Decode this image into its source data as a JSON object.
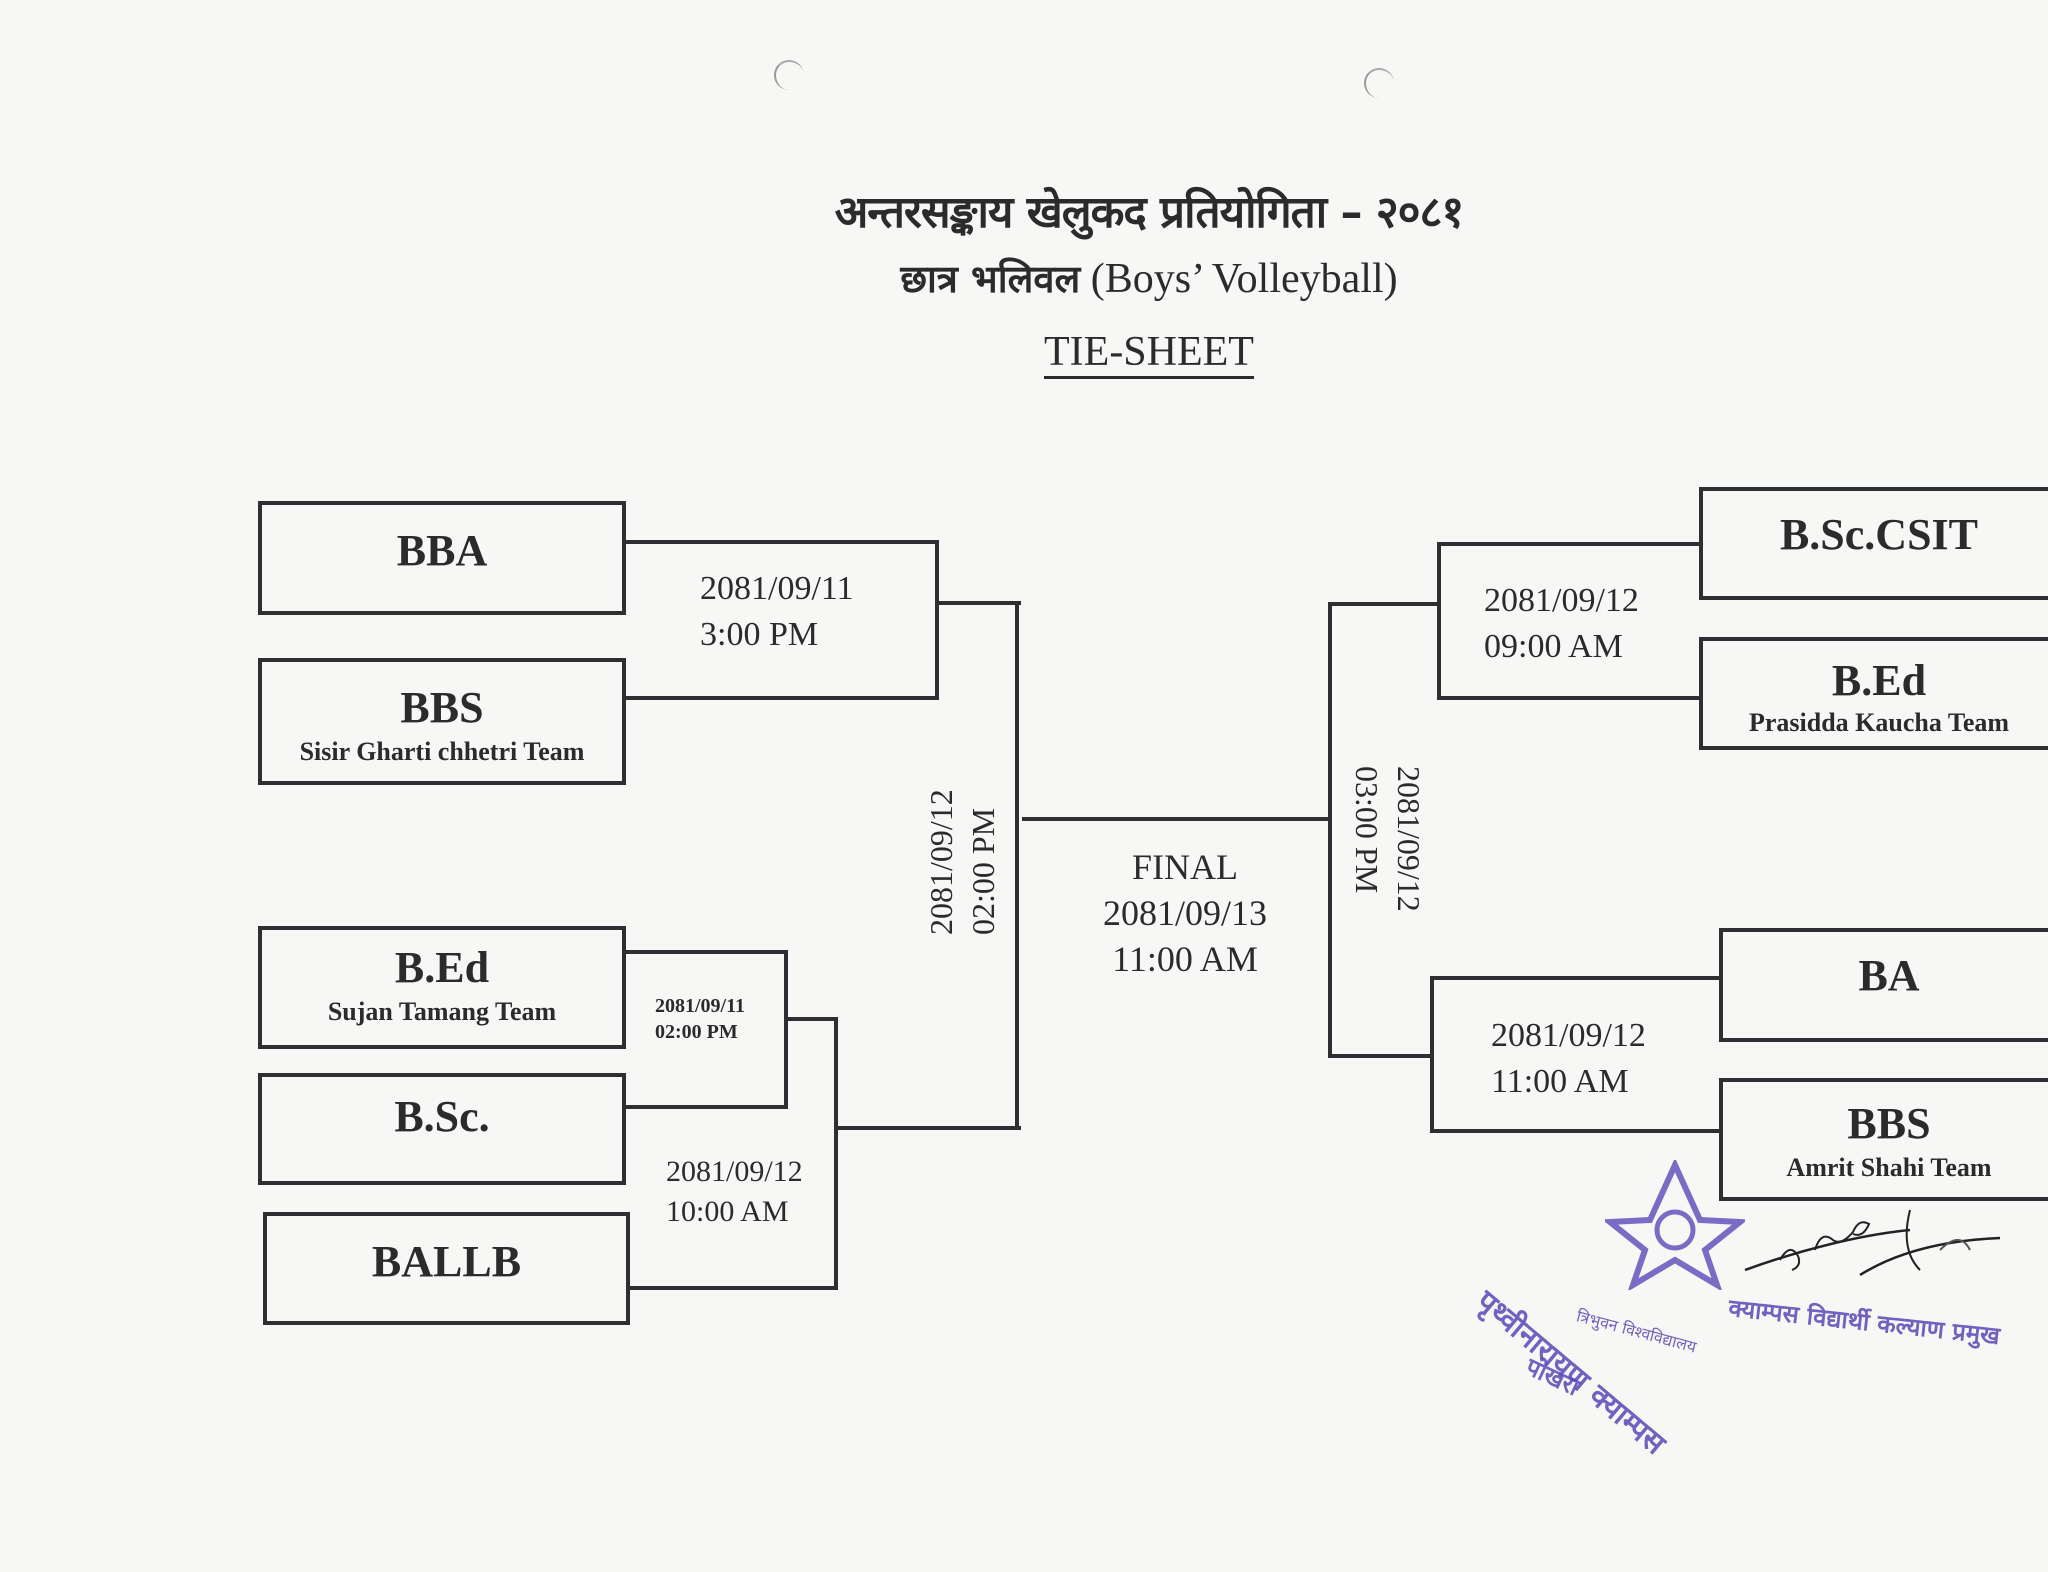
{
  "header": {
    "title_nepali": "अन्तरसङ्काय खेलुकद प्रतियोगिता – २०८१",
    "subtitle_nepali": "छात्र भलिवल",
    "subtitle_english": "(Boys’ Volleyball)",
    "sheet_label": "TIE-SHEET"
  },
  "left_bracket": {
    "teams": [
      {
        "name": "BBA",
        "sub": ""
      },
      {
        "name": "BBS",
        "sub": "Sisir Gharti chhetri Team"
      },
      {
        "name": "B.Ed",
        "sub": "Sujan Tamang Team"
      },
      {
        "name": "B.Sc.",
        "sub": ""
      },
      {
        "name": "BALLB",
        "sub": ""
      }
    ],
    "matches": [
      {
        "date": "2081/09/11",
        "time": "3:00 PM"
      },
      {
        "date": "2081/09/11",
        "time": "02:00 PM"
      },
      {
        "date": "2081/09/12",
        "time": "10:00 AM"
      }
    ],
    "semifinal": {
      "date": "2081/09/12",
      "time": "02:00 PM"
    }
  },
  "right_bracket": {
    "teams": [
      {
        "name": "B.Sc.CSIT",
        "sub": ""
      },
      {
        "name": "B.Ed",
        "sub": "Prasidda Kaucha Team"
      },
      {
        "name": "BA",
        "sub": ""
      },
      {
        "name": "BBS",
        "sub": "Amrit Shahi Team"
      }
    ],
    "matches": [
      {
        "date": "2081/09/12",
        "time": "09:00 AM"
      },
      {
        "date": "2081/09/12",
        "time": "11:00 AM"
      }
    ],
    "semifinal": {
      "date": "2081/09/12",
      "time": "03:00 PM"
    }
  },
  "final": {
    "label": "FINAL",
    "date": "2081/09/13",
    "time": "11:00 AM"
  },
  "stamp": {
    "outer_text": "पृथ्वीनारायण क्याम्पस",
    "inner_text": "त्रिभुवन विश्वविद्यालय",
    "bottom_text": "पोखरा",
    "office_text": "क्याम्पस विद्यार्थी कल्याण प्रमुख",
    "signature": "ग/ अर्ज",
    "color": "#5b47b8"
  }
}
